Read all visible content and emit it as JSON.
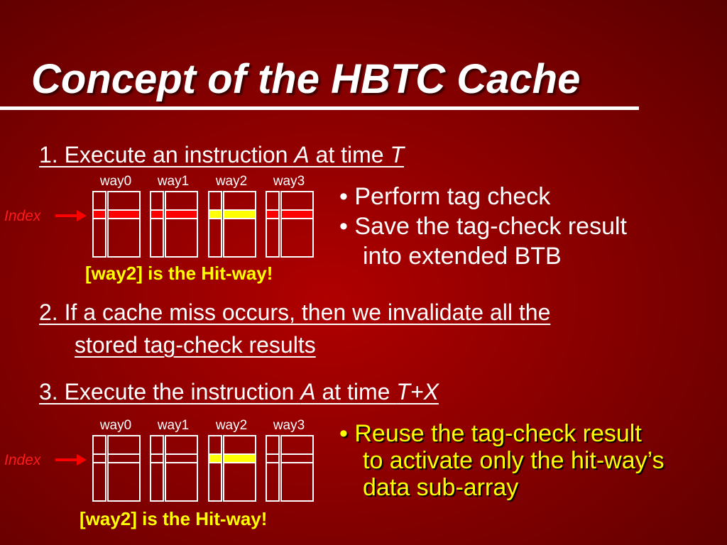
{
  "title": "Concept of the HBTC Cache",
  "step1": {
    "prefix": "1. Execute an instruction ",
    "var": "A",
    "mid": " at time ",
    "time": "T"
  },
  "step2": {
    "line1": "2. If a cache miss occurs, then we invalidate all the",
    "line2": "stored tag-check results"
  },
  "step3": {
    "prefix": "3. Execute the instruction ",
    "var": "A",
    "mid": " at time ",
    "time": "T+X"
  },
  "diagram1": {
    "index_label": "Index",
    "ways": [
      "way0",
      "way1",
      "way2",
      "way3"
    ],
    "highlight_colors": [
      "#ff0000",
      "#ff0000",
      "#ffff00",
      "#ff0000"
    ],
    "hit_label": "[way2] is the Hit-way!"
  },
  "diagram2": {
    "index_label": "Index",
    "ways": [
      "way0",
      "way1",
      "way2",
      "way3"
    ],
    "highlight_colors": [
      "",
      "",
      "#ffff00",
      ""
    ],
    "hit_label": "[way2] is the Hit-way!"
  },
  "bullets1": [
    "Perform tag check",
    "Save the tag-check result",
    "into extended BTB"
  ],
  "bullets2": [
    "Reuse the tag-check result",
    "to activate only the hit-way’s",
    "data sub-array"
  ],
  "colors": {
    "background": "#8a0000",
    "red_highlight": "#ff0000",
    "yellow_highlight": "#ffff00"
  }
}
